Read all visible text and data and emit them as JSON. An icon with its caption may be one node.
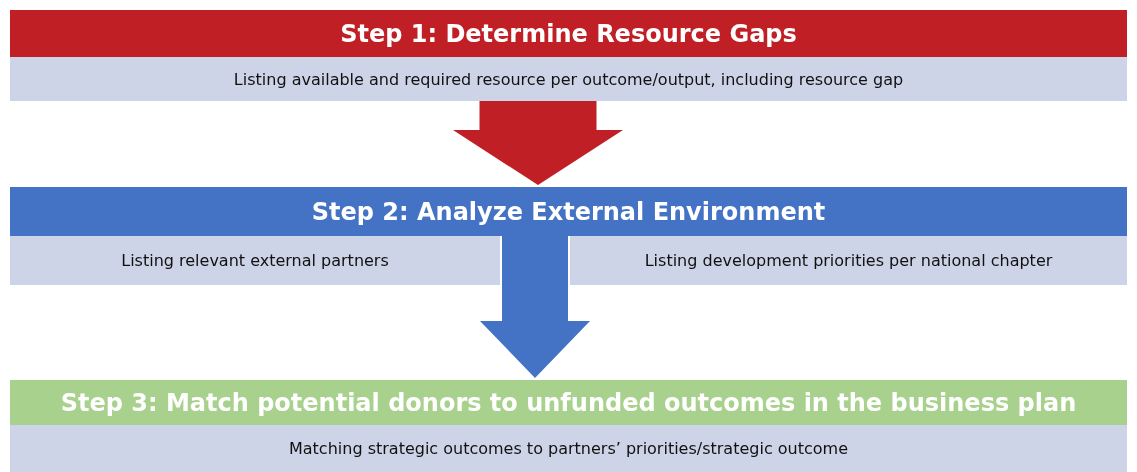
{
  "diagram": {
    "nodes": [
      {
        "text": [
          "Step 1: Determine Resource Gaps"
        ]
      },
      {
        "text": [
          "Listing available and required resource per outcome/output, including resource gap"
        ]
      },
      {
        "text": [
          "Step 2: Analyze External Environment"
        ]
      },
      {
        "text": [
          "Listing relevant external partners"
        ]
      },
      {
        "text": [
          "Listing development priorities per national chapter"
        ]
      },
      {
        "text": [
          "Step 3: Match potential donors to unfunded outcomes in the business plan"
        ]
      },
      {
        "text": [
          "Matching strategic outcomes to partners’ priorities/strategic outcome"
        ]
      }
    ],
    "edges": [
      {
        "from": 1,
        "to": 2,
        "arrow": "to",
        "style": "thick",
        "color": "#c11f26"
      },
      {
        "from": 2,
        "to": 5,
        "arrow": "to",
        "style": "thick",
        "color": "#4472c4"
      }
    ]
  }
}
